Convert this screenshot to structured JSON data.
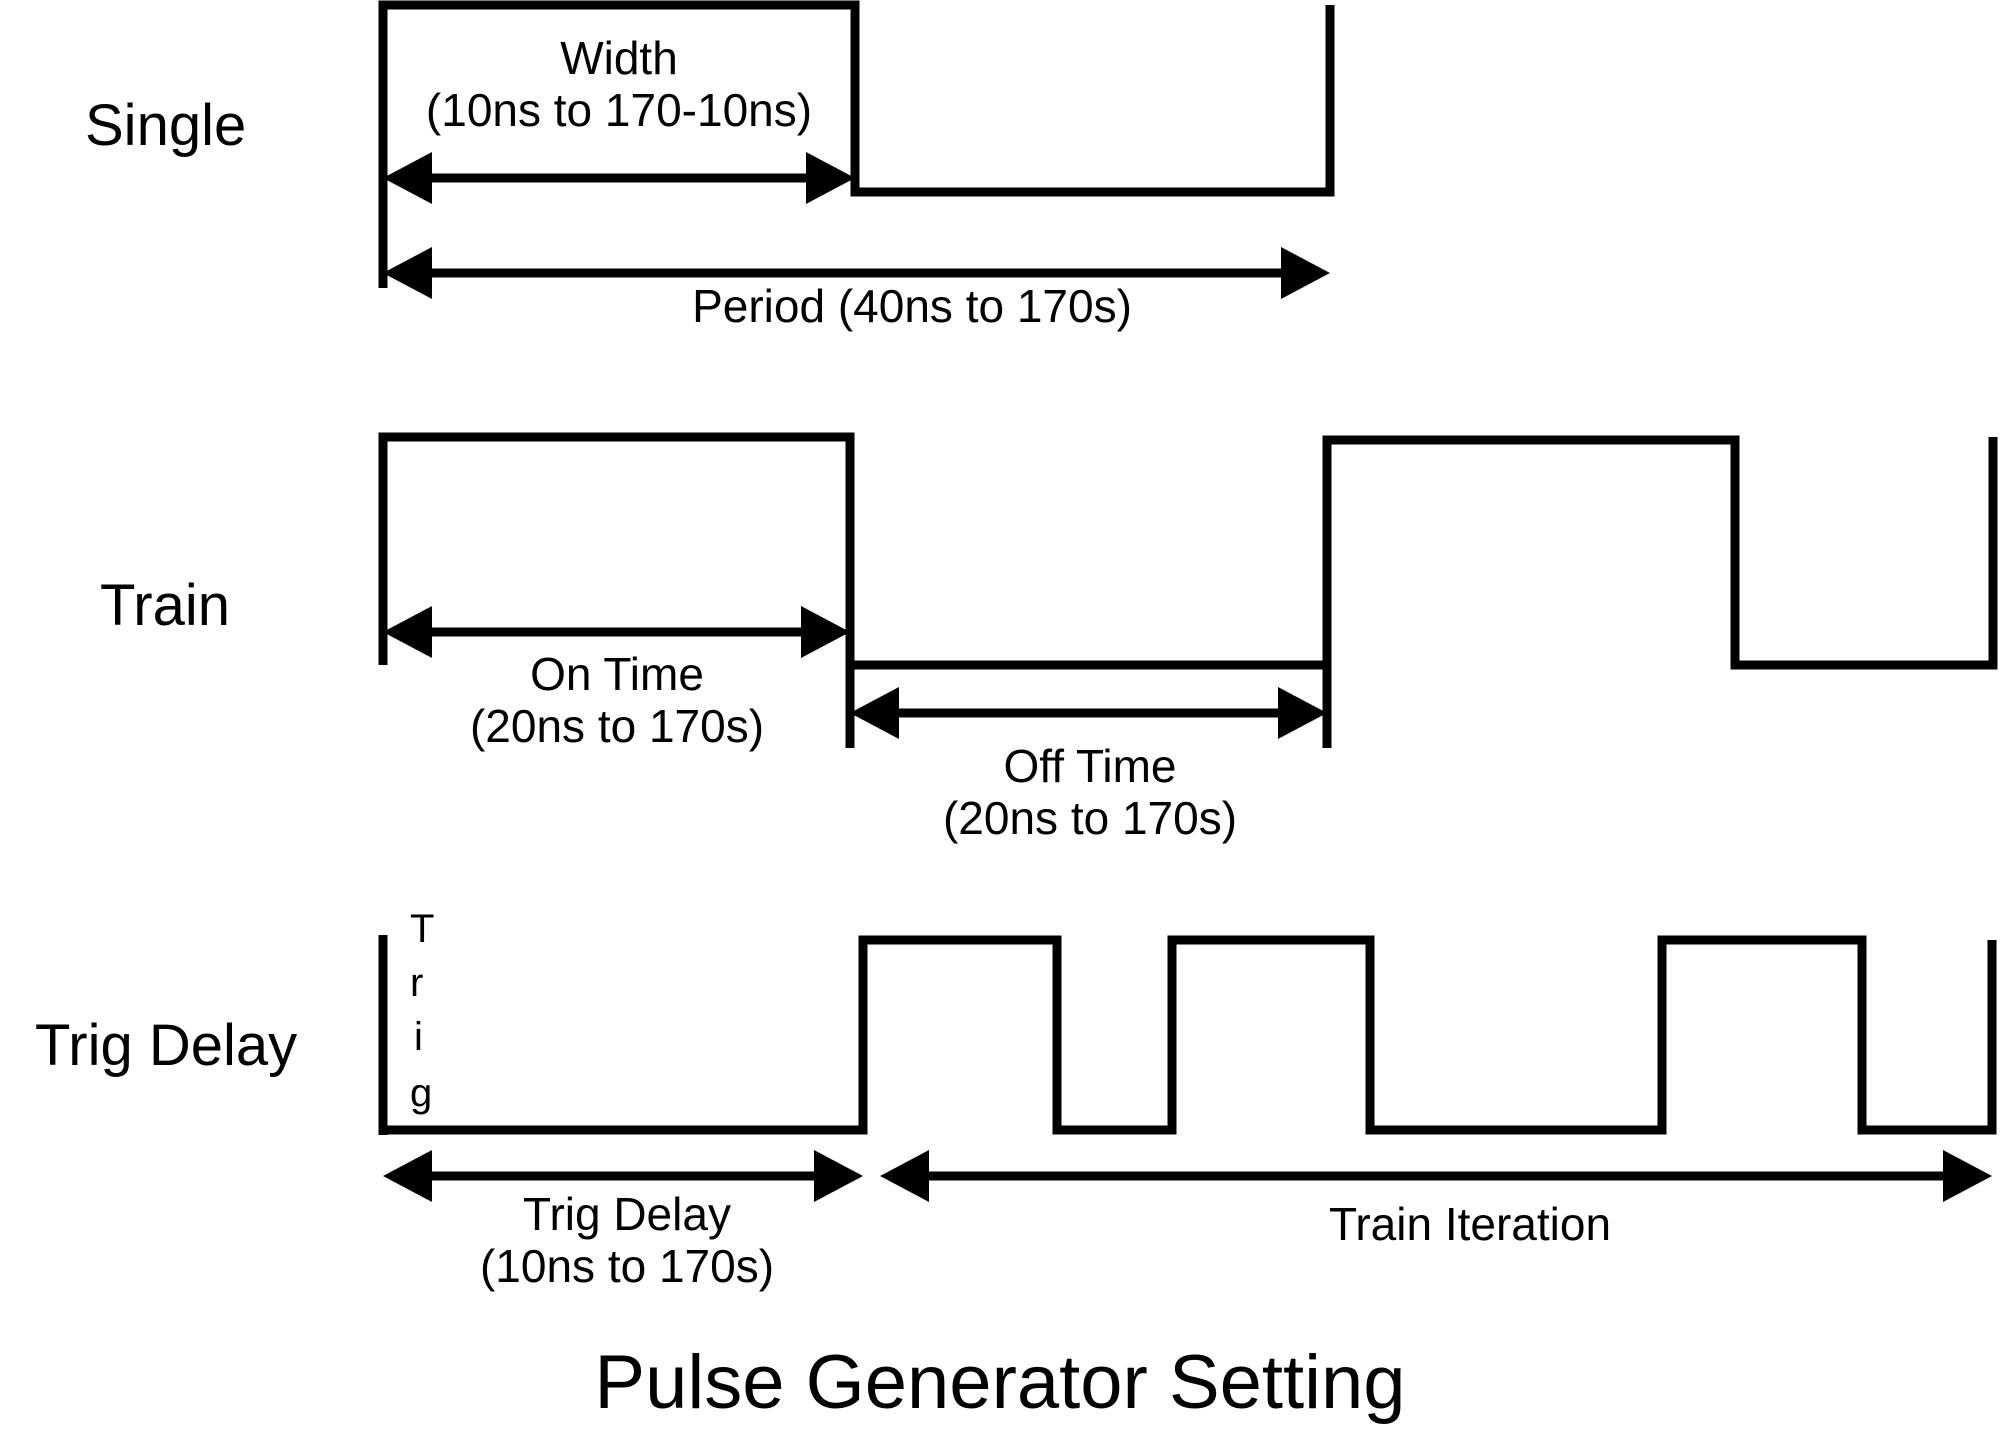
{
  "figure": {
    "title": "Pulse Generator Setting",
    "background_color": "#ffffff",
    "line_color": "#000000"
  },
  "rows": [
    {
      "label": "Single"
    },
    {
      "label": "Train"
    },
    {
      "label": "Trig Delay"
    }
  ],
  "annotations": {
    "width": {
      "line1": "Width",
      "line2": "(10ns to 170-10ns)"
    },
    "period": {
      "line1": "Period (40ns to 170s)"
    },
    "on_time": {
      "line1": "On Time",
      "line2": "(20ns to 170s)"
    },
    "off_time": {
      "line1": "Off Time",
      "line2": "(20ns to 170s)"
    },
    "trig_delay": {
      "line1": "Trig Delay",
      "line2": "(10ns to 170s)"
    },
    "train_iteration": {
      "line1": "Train Iteration"
    },
    "trig_vertical": {
      "letters": [
        "T",
        "r",
        "i",
        "g"
      ]
    }
  },
  "chart_data": {
    "type": "line",
    "title": "Pulse Generator Setting",
    "xlabel": "",
    "ylabel": "",
    "series": [
      {
        "name": "Single",
        "description": "One rectangular pulse: rising edge, high level for Width, falling edge, low level until end of Period.",
        "points": [
          {
            "x": 383,
            "y": "low"
          },
          {
            "x": 383,
            "y": "high"
          },
          {
            "x": 855,
            "y": "high"
          },
          {
            "x": 855,
            "y": "low"
          },
          {
            "x": 1330,
            "y": "low"
          },
          {
            "x": 1330,
            "y": "high"
          }
        ]
      },
      {
        "name": "Train",
        "description": "Repeating pulses: On Time high, Off Time low, then next pulse.",
        "points": [
          {
            "x": 383,
            "y": "low"
          },
          {
            "x": 383,
            "y": "high"
          },
          {
            "x": 850,
            "y": "high"
          },
          {
            "x": 850,
            "y": "low"
          },
          {
            "x": 1327,
            "y": "low"
          },
          {
            "x": 1327,
            "y": "high"
          },
          {
            "x": 1735,
            "y": "high"
          },
          {
            "x": 1735,
            "y": "low"
          },
          {
            "x": 1993,
            "y": "low"
          },
          {
            "x": 1993,
            "y": "high"
          }
        ]
      },
      {
        "name": "Trig Delay",
        "description": "Trigger edge, then low for Trig Delay, then a burst of three pulses (Train Iteration).",
        "points": [
          {
            "x": 383,
            "y": "trigger"
          },
          {
            "x": 383,
            "y": "low"
          },
          {
            "x": 863,
            "y": "low"
          },
          {
            "x": 863,
            "y": "high"
          },
          {
            "x": 1057,
            "y": "high"
          },
          {
            "x": 1057,
            "y": "low"
          },
          {
            "x": 1172,
            "y": "low"
          },
          {
            "x": 1172,
            "y": "high"
          },
          {
            "x": 1370,
            "y": "high"
          },
          {
            "x": 1370,
            "y": "low"
          },
          {
            "x": 1662,
            "y": "low"
          },
          {
            "x": 1662,
            "y": "high"
          },
          {
            "x": 1862,
            "y": "high"
          },
          {
            "x": 1862,
            "y": "low"
          },
          {
            "x": 1992,
            "y": "low"
          },
          {
            "x": 1992,
            "y": "high"
          }
        ]
      }
    ],
    "measurements": [
      {
        "name": "Width",
        "range": "10ns to 170-10ns",
        "applies_to": "Single"
      },
      {
        "name": "Period",
        "range": "40ns to 170s",
        "applies_to": "Single"
      },
      {
        "name": "On Time",
        "range": "20ns to 170s",
        "applies_to": "Train"
      },
      {
        "name": "Off Time",
        "range": "20ns to 170s",
        "applies_to": "Train"
      },
      {
        "name": "Trig Delay",
        "range": "10ns to 170s",
        "applies_to": "Trig Delay"
      },
      {
        "name": "Train Iteration",
        "range": "",
        "applies_to": "Trig Delay"
      }
    ],
    "grid": false,
    "legend": "none"
  }
}
